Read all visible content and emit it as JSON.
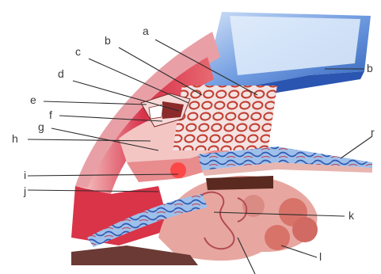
{
  "labels": {
    "a": "a",
    "b": "b",
    "c": "c",
    "d": "d",
    "e": "e",
    "f": "f",
    "g": "g",
    "h": "h",
    "i": "i",
    "j": "j",
    "k": "k",
    "l": "l",
    "r": "r"
  },
  "colors": {
    "blue_block": "#5f8fd6",
    "blue_light": "#b9d3f2",
    "muscle_red": "#d9344a",
    "tissue_pink": "#f3c2c0",
    "dark_band": "#5a2a20",
    "cell_mesh": "#c0392b"
  }
}
